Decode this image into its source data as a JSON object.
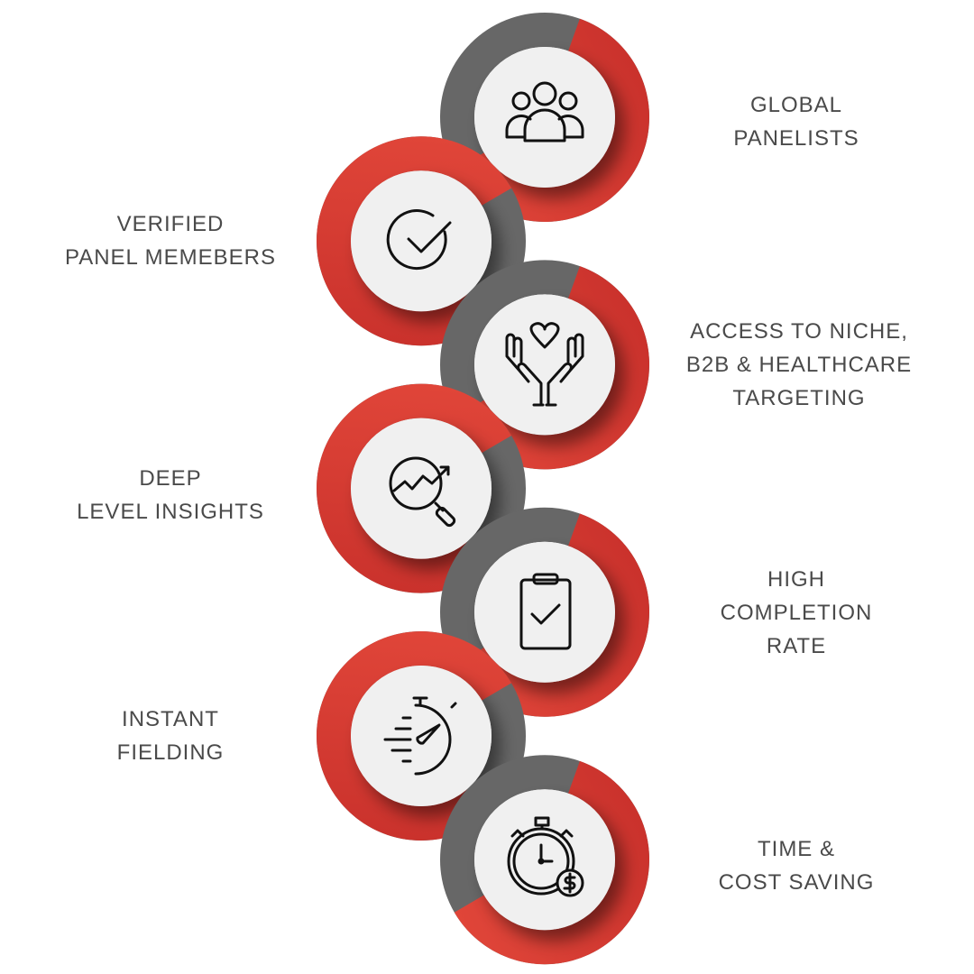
{
  "colors": {
    "red": "#dc3530",
    "gray": "#676767",
    "disk": "#f0f0f0",
    "text": "#4a4a4a"
  },
  "items": [
    {
      "side": "right",
      "icon": "people-group-icon",
      "lines": [
        "GLOBAL",
        "PANELISTS"
      ]
    },
    {
      "side": "left",
      "icon": "circle-check-icon",
      "lines": [
        "VERIFIED",
        "PANEL MEMEBERS"
      ]
    },
    {
      "side": "right",
      "icon": "hands-heart-icon",
      "lines": [
        "ACCESS TO NICHE,",
        "B2B & HEALTHCARE",
        "TARGETING"
      ]
    },
    {
      "side": "left",
      "icon": "magnifier-chart-icon",
      "lines": [
        "DEEP",
        "LEVEL INSIGHTS"
      ]
    },
    {
      "side": "right",
      "icon": "clipboard-check-icon",
      "lines": [
        "HIGH",
        "COMPLETION",
        "RATE"
      ]
    },
    {
      "side": "left",
      "icon": "fast-stopwatch-icon",
      "lines": [
        "INSTANT",
        "FIELDING"
      ]
    },
    {
      "side": "right",
      "icon": "stopwatch-dollar-icon",
      "lines": [
        "TIME &",
        "COST SAVING"
      ]
    }
  ]
}
